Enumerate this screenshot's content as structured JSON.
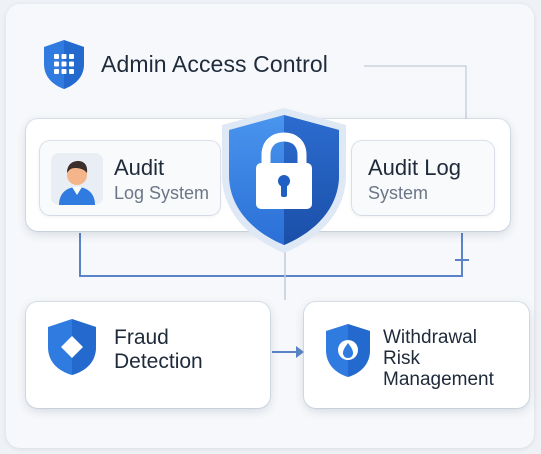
{
  "title": "Admin Access Control",
  "nodes": {
    "audit_log_system": {
      "title": "Audit",
      "subtitle": "Log System"
    },
    "audit_log_right": {
      "title": "Audit Log",
      "subtitle": "System"
    },
    "fraud_detection": {
      "line1": "Fraud",
      "line2": "Detection"
    },
    "withdrawal_risk": {
      "line1": "Withdrawal",
      "line2": "Risk",
      "line3": "Management"
    }
  },
  "icons": {
    "title": "grid-shield-icon",
    "audit_left": "user-avatar-icon",
    "center": "lock-shield-icon",
    "fraud": "diamond-shield-icon",
    "withdrawal": "drop-shield-icon"
  },
  "colors": {
    "shield_blue": "#2f7be0",
    "shield_dark": "#1b5bbf",
    "connector": "#5b83c8",
    "text": "#1f2a3a",
    "muted": "#6b7687"
  }
}
